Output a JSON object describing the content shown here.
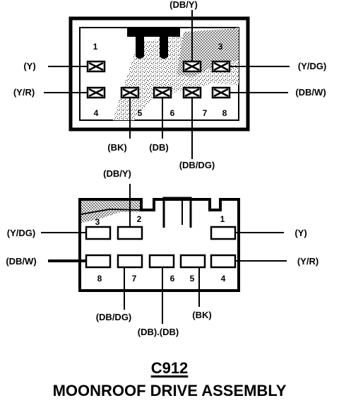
{
  "connector_id": "C912",
  "assembly_name": "MOONROOF DRIVE ASSEMBLY",
  "harness_view": {
    "pin_numbers": [
      "1",
      "3",
      "4",
      "5",
      "6",
      "7",
      "8"
    ],
    "wire_labels": {
      "pin1": "(Y)",
      "pin2": "(DB/Y)",
      "pin3": "(Y/DG)",
      "pin4": "(Y/R)",
      "pin5": "(BK)",
      "pin6": "(DB)",
      "pin7": "(DB/DG)",
      "pin8": "(DB/W)"
    }
  },
  "component_view": {
    "pin_numbers": [
      "3",
      "2",
      "1",
      "8",
      "7",
      "6",
      "5",
      "4"
    ],
    "wire_labels": {
      "pin2": "(DB/Y)",
      "pin3": "(Y/DG)",
      "pin1": "(Y)",
      "pin8": "(DB/W)",
      "pin4": "(Y/R)",
      "pin7": "(DB/DG)",
      "pin6": "(DB).(DB)",
      "pin5": "(BK)"
    }
  }
}
